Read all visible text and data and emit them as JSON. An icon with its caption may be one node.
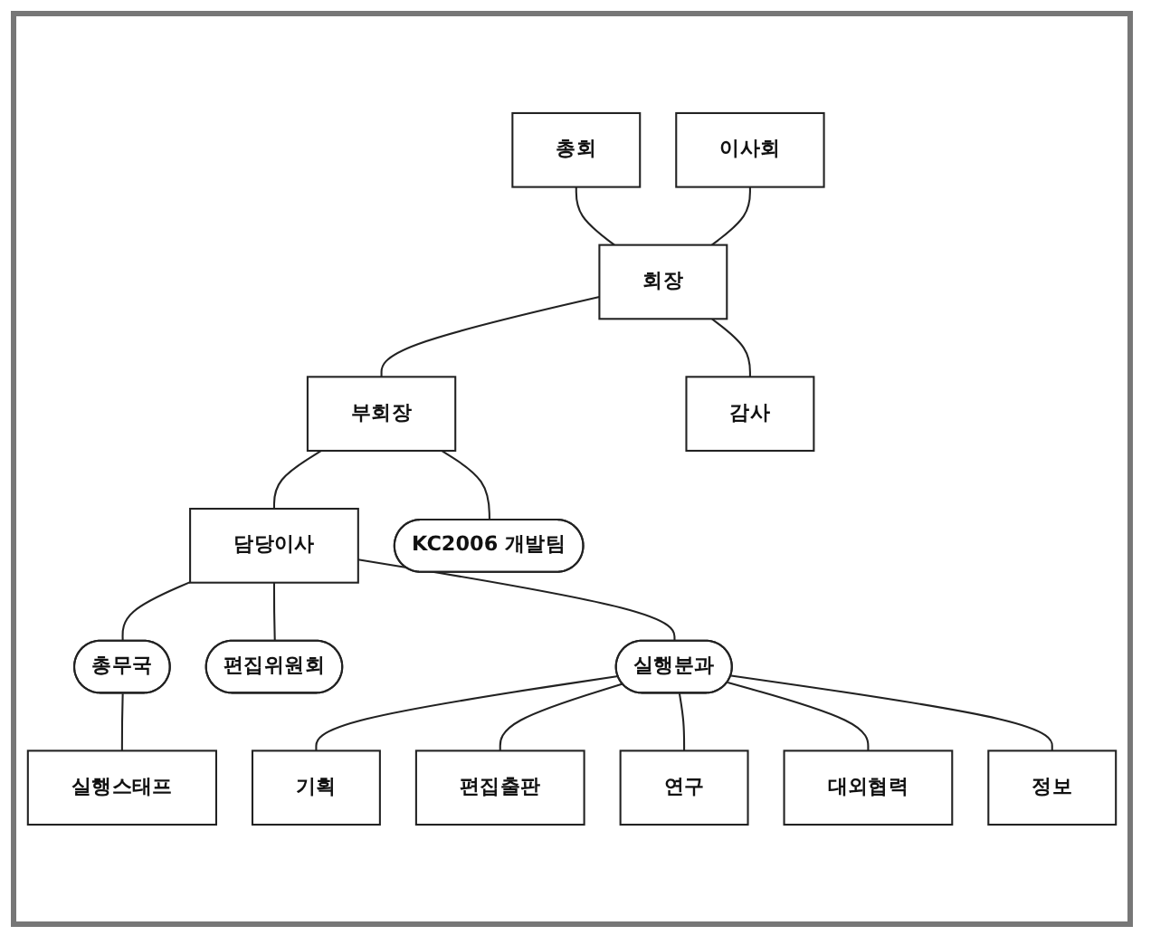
{
  "diagram": {
    "nodes": [
      {
        "text": [
          "총회"
        ]
      },
      {
        "text": [
          "이사회"
        ]
      },
      {
        "text": [
          "회장"
        ]
      },
      {
        "text": [
          "감사"
        ]
      },
      {
        "text": [
          "부회장"
        ]
      },
      {
        "text": [
          "담당이사"
        ]
      },
      {
        "text": [
          "총무국"
        ]
      },
      {
        "text": [
          "편집위원회"
        ]
      },
      {
        "text": [
          "실행분과"
        ]
      },
      {
        "text": [
          "KC2006 개발팀"
        ]
      },
      {
        "text": [
          "실행스태프"
        ]
      },
      {
        "text": [
          "기획"
        ]
      },
      {
        "text": [
          "편집출판"
        ]
      },
      {
        "text": [
          "연구"
        ]
      },
      {
        "text": [
          "대외협력"
        ]
      },
      {
        "text": [
          "정보"
        ]
      }
    ],
    "edges": [
      {
        "from": 0,
        "to": 2,
        "arrow": "none"
      },
      {
        "from": 1,
        "to": 2,
        "arrow": "none"
      },
      {
        "from": 2,
        "to": 3,
        "arrow": "none"
      },
      {
        "from": 2,
        "to": 4,
        "arrow": "none"
      },
      {
        "from": 4,
        "to": 5,
        "arrow": "none"
      },
      {
        "from": 4,
        "to": 9,
        "arrow": "none"
      },
      {
        "from": 5,
        "to": 6,
        "arrow": "none"
      },
      {
        "from": 5,
        "to": 7,
        "arrow": "none"
      },
      {
        "from": 5,
        "to": 8,
        "arrow": "none"
      },
      {
        "from": 6,
        "to": 10,
        "arrow": "none"
      },
      {
        "from": 8,
        "to": 11,
        "arrow": "none"
      },
      {
        "from": 8,
        "to": 12,
        "arrow": "none"
      },
      {
        "from": 8,
        "to": 13,
        "arrow": "none"
      },
      {
        "from": 8,
        "to": 14,
        "arrow": "none"
      },
      {
        "from": 8,
        "to": 15,
        "arrow": "none"
      }
    ]
  }
}
